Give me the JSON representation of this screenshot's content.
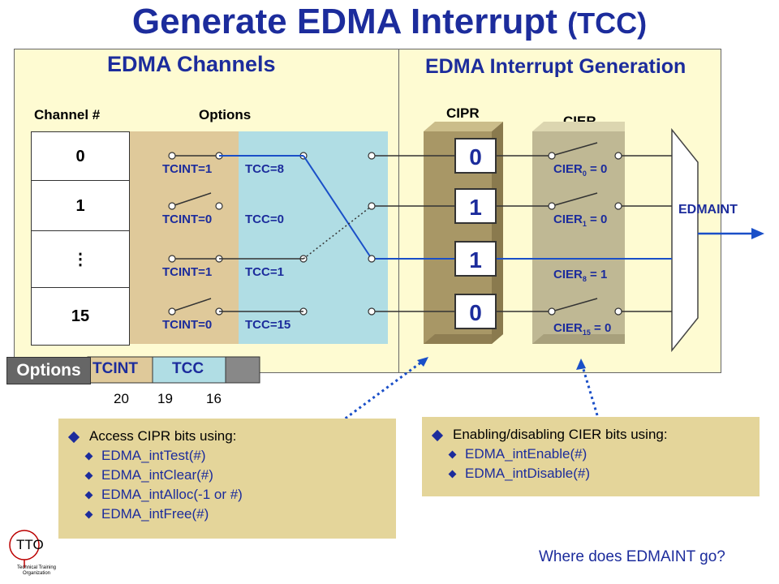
{
  "title": {
    "main": "Generate EDMA Interrupt",
    "suffix": "(TCC)"
  },
  "headers": {
    "left": "EDMA Channels",
    "right": "EDMA Interrupt Generation"
  },
  "column_labels": {
    "channel": "Channel #",
    "options": "Options",
    "cipr": "CIPR",
    "cier": "CIER"
  },
  "channels": [
    "0",
    "1",
    "⋮",
    "15"
  ],
  "tcint": [
    "TCINT=1",
    "TCINT=0",
    "TCINT=1",
    "TCINT=0"
  ],
  "tcc": [
    "TCC=8",
    "TCC=0",
    "TCC=1",
    "TCC=15"
  ],
  "cipr_bits": [
    "0",
    "1",
    "1",
    "0"
  ],
  "cier": [
    {
      "name": "CIER",
      "sub": "0",
      "value": "= 0"
    },
    {
      "name": "CIER",
      "sub": "1",
      "value": "= 0"
    },
    {
      "name": "CIER",
      "sub": "8",
      "value": "= 1"
    },
    {
      "name": "CIER",
      "sub": "15",
      "value": "= 0"
    }
  ],
  "output": "EDMAINT",
  "options_bar": {
    "label": "Options",
    "tcint": "TCINT",
    "tcc": "TCC",
    "bits": [
      "20",
      "19",
      "16"
    ]
  },
  "left_box": {
    "heading": "Access CIPR bits using:",
    "items": [
      "EDMA_intTest(#)",
      "EDMA_intClear(#)",
      "EDMA_intAlloc(-1 or #)",
      "EDMA_intFree(#)"
    ]
  },
  "right_box": {
    "heading": "Enabling/disabling CIER bits using:",
    "items": [
      "EDMA_intEnable(#)",
      "EDMA_intDisable(#)"
    ]
  },
  "footer": {
    "question": "Where does EDMAINT go?",
    "logo": "TTO",
    "logo_line1": "Technical Training",
    "logo_line2": "Organization"
  },
  "colors": {
    "title": "#1c2c9c",
    "panel": "#fefbd2",
    "options_tan": "#dfc99a",
    "options_blue": "#b0dde4",
    "cipr": "#a89766",
    "cier": "#bfb894",
    "info": "#e4d59a",
    "line_blue": "#1a4fc8"
  }
}
